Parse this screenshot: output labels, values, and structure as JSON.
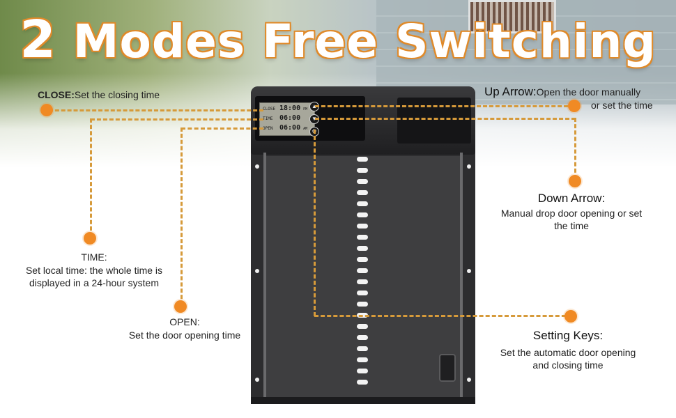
{
  "headline": {
    "num": "2",
    "text": " Modes Free Switching"
  },
  "lcd": {
    "rows": [
      {
        "label": "CLOSE",
        "value": "18:00",
        "suffix": "PM"
      },
      {
        "label": "TIME",
        "value": "06:00",
        "suffix": ""
      },
      {
        "label": "OPEN",
        "value": "06:00",
        "suffix": "AM"
      }
    ]
  },
  "callouts": {
    "close": {
      "title": "CLOSE:",
      "desc": "Set the closing time"
    },
    "up": {
      "title": "Up Arrow:",
      "desc1": "Open the door manually",
      "desc2": "or set the time"
    },
    "down": {
      "title": "Down Arrow:",
      "desc1": "Manual drop door opening or set",
      "desc2": "the time"
    },
    "time": {
      "title": "TIME:",
      "desc1": "Set local time: the whole time is",
      "desc2": "displayed in a 24-hour system"
    },
    "open": {
      "title": "OPEN:",
      "desc1": "Set the door opening time"
    },
    "setting": {
      "title": "Setting Keys:",
      "desc1": "Set the automatic door opening",
      "desc2": "and closing time"
    }
  },
  "icons": {
    "up": "up-arrow-icon",
    "down": "down-arrow-icon",
    "setting": "settings-icon"
  },
  "colors": {
    "accent": "#f08a24",
    "line": "#d69a3a",
    "title_outline": "#e08a2a",
    "device": "#2d2d2f"
  }
}
